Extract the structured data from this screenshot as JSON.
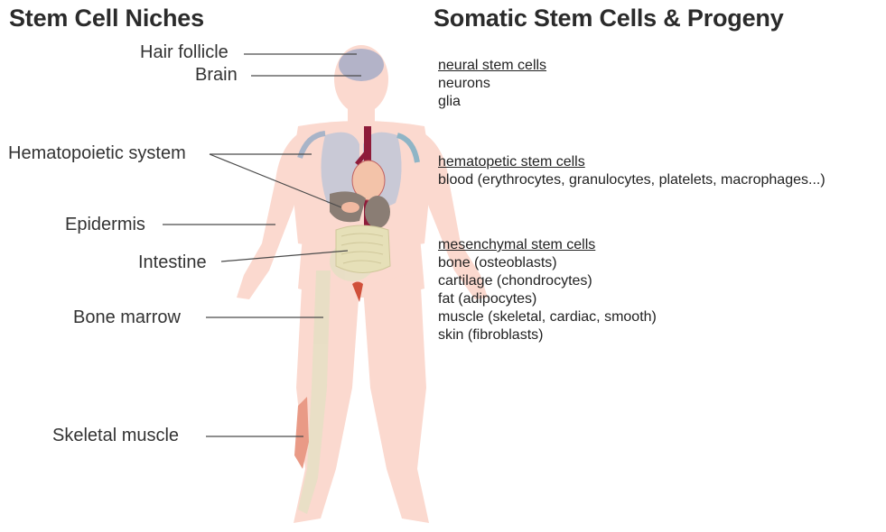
{
  "headings": {
    "left": "Stem Cell Niches",
    "right": "Somatic Stem Cells & Progeny"
  },
  "niches": {
    "hair_follicle": "Hair follicle",
    "brain": "Brain",
    "hematopoietic": "Hematopoietic system",
    "epidermis": "Epidermis",
    "intestine": "Intestine",
    "bone_marrow": "Bone marrow",
    "skeletal_muscle": "Skeletal muscle"
  },
  "progeny": {
    "neural": {
      "title": "neural stem cells",
      "items": [
        "neurons",
        "glia"
      ]
    },
    "hematopoietic": {
      "title": "hematopetic stem cells",
      "items": [
        "blood (erythrocytes, granulocytes, platelets, macrophages...)"
      ]
    },
    "mesenchymal": {
      "title": "mesenchymal stem cells",
      "items": [
        "bone (osteoblasts)",
        "cartilage (chondrocytes)",
        "fat (adipocytes)",
        "muscle (skeletal, cardiac, smooth)",
        "skin (fibroblasts)"
      ]
    }
  },
  "colors": {
    "body": "#fbd9cf",
    "brain": "#b3b3c8",
    "lungs": "#c9c9d6",
    "heart": "#f3c3a9",
    "vessel": "#8e1c3a",
    "organs": "#8a7d74",
    "intestine": "#e6e0b8",
    "bone": "#e5dfc4",
    "muscle": "#e99a86",
    "leader_line": "#4a4a4a"
  }
}
